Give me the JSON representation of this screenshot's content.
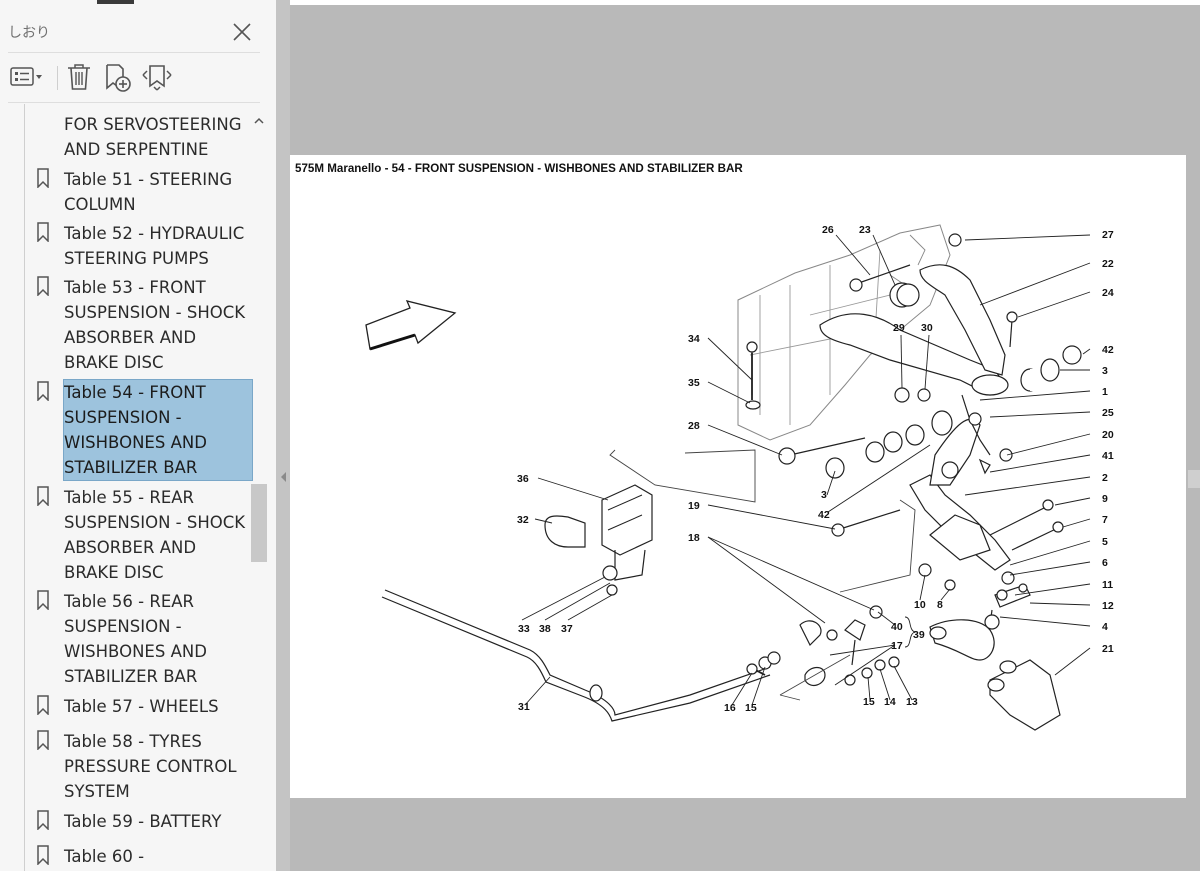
{
  "panel": {
    "title": "しおり",
    "close_icon": "close-icon"
  },
  "toolbar": {
    "options_icon": "list-options-icon",
    "delete_icon": "trash-icon",
    "new_bookmark_icon": "new-bookmark-icon",
    "expand_icon": "bookmark-expand-icon"
  },
  "bookmarks": [
    {
      "label": "FOR SERVOSTEERING AND SERPENTINE",
      "has_icon": false,
      "selected": false
    },
    {
      "label": "Table 51 - STEERING COLUMN",
      "has_icon": true,
      "selected": false
    },
    {
      "label": "Table 52 - HYDRAULIC STEERING PUMPS",
      "has_icon": true,
      "selected": false
    },
    {
      "label": "Table 53 - FRONT SUSPENSION - SHOCK ABSORBER AND BRAKE DISC",
      "has_icon": true,
      "selected": false
    },
    {
      "label": "Table 54 - FRONT SUSPENSION - WISHBONES AND STABILIZER BAR",
      "has_icon": true,
      "selected": true
    },
    {
      "label": "Table 55 - REAR SUSPENSION - SHOCK ABSORBER AND BRAKE DISC",
      "has_icon": true,
      "selected": false
    },
    {
      "label": "Table 56 - REAR SUSPENSION - WISHBONES AND STABILIZER BAR",
      "has_icon": true,
      "selected": false
    },
    {
      "label": "Table 57 - WHEELS",
      "has_icon": true,
      "selected": false
    },
    {
      "label": "Table 58 - TYRES PRESSURE CONTROL SYSTEM",
      "has_icon": true,
      "selected": false
    },
    {
      "label": "Table 59 - BATTERY",
      "has_icon": true,
      "selected": false
    },
    {
      "label": "Table 60 -",
      "has_icon": true,
      "selected": false
    }
  ],
  "document": {
    "heading": "575M Maranello - 54 - FRONT SUSPENSION - WISHBONES AND STABILIZER BAR",
    "part_labels": [
      "26",
      "23",
      "27",
      "22",
      "24",
      "29",
      "30",
      "42",
      "3",
      "1",
      "25",
      "20",
      "41",
      "2",
      "9",
      "7",
      "5",
      "6",
      "11",
      "12",
      "4",
      "21",
      "34",
      "35",
      "28",
      "36",
      "32",
      "33",
      "38",
      "37",
      "31",
      "19",
      "18",
      "40",
      "17",
      "39",
      "10",
      "8",
      "16",
      "15",
      "14",
      "13",
      "3",
      "42",
      "15"
    ]
  },
  "colors": {
    "selection": "#9dc3dd",
    "sidebar_bg": "#f6f6f6",
    "viewer_bg": "#b9b9b9"
  }
}
